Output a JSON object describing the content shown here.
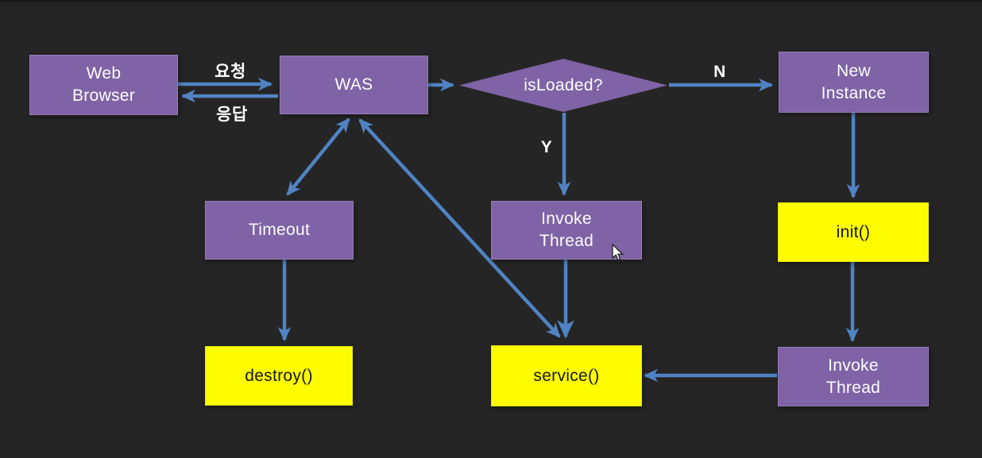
{
  "colors": {
    "bg": "#252525",
    "purple": "#7f63a6",
    "purpleBorder": "#947cb6",
    "yellow": "#fdfd00",
    "arrow": "#5083c3",
    "textOnPurple": "#fdfdfd",
    "textOnYellow": "#161616"
  },
  "nodes": {
    "web_browser": {
      "label": "Web\nBrowser"
    },
    "was": {
      "label": "WAS"
    },
    "is_loaded": {
      "label": "isLoaded?"
    },
    "new_instance": {
      "label": "New\nInstance"
    },
    "invoke_thread_mid": {
      "label": "Invoke\nThread"
    },
    "timeout": {
      "label": "Timeout"
    },
    "init": {
      "label": "init()"
    },
    "invoke_thread_right": {
      "label": "Invoke\nThread"
    },
    "service": {
      "label": "service()"
    },
    "destroy": {
      "label": "destroy()"
    }
  },
  "edge_labels": {
    "request": "요청",
    "response": "응답",
    "no": "N",
    "yes": "Y"
  }
}
